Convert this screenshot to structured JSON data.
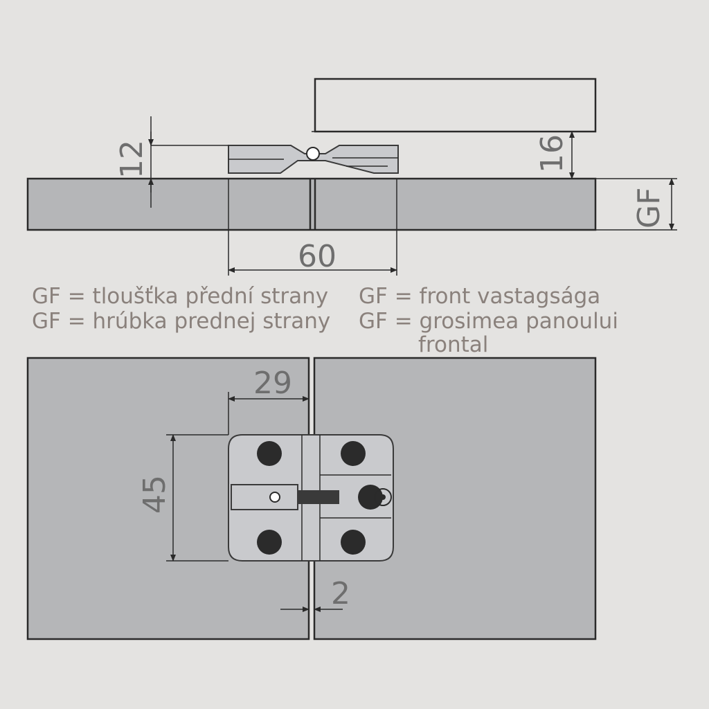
{
  "dimensions": {
    "h12": "12",
    "h16": "16",
    "gf": "GF",
    "w60": "60",
    "w29": "29",
    "h45": "45",
    "gap2": "2"
  },
  "legend": {
    "cs": "GF = tloušťka přední strany",
    "sk": "GF = hrúbka prednej strany",
    "hu": "GF = front vastagsága",
    "ro_line1": "GF = grosimea panoului",
    "ro_line2": "frontal"
  },
  "colors": {
    "background": "#e4e3e1",
    "panel": "#b5b6b8",
    "text": "#8a817c"
  }
}
